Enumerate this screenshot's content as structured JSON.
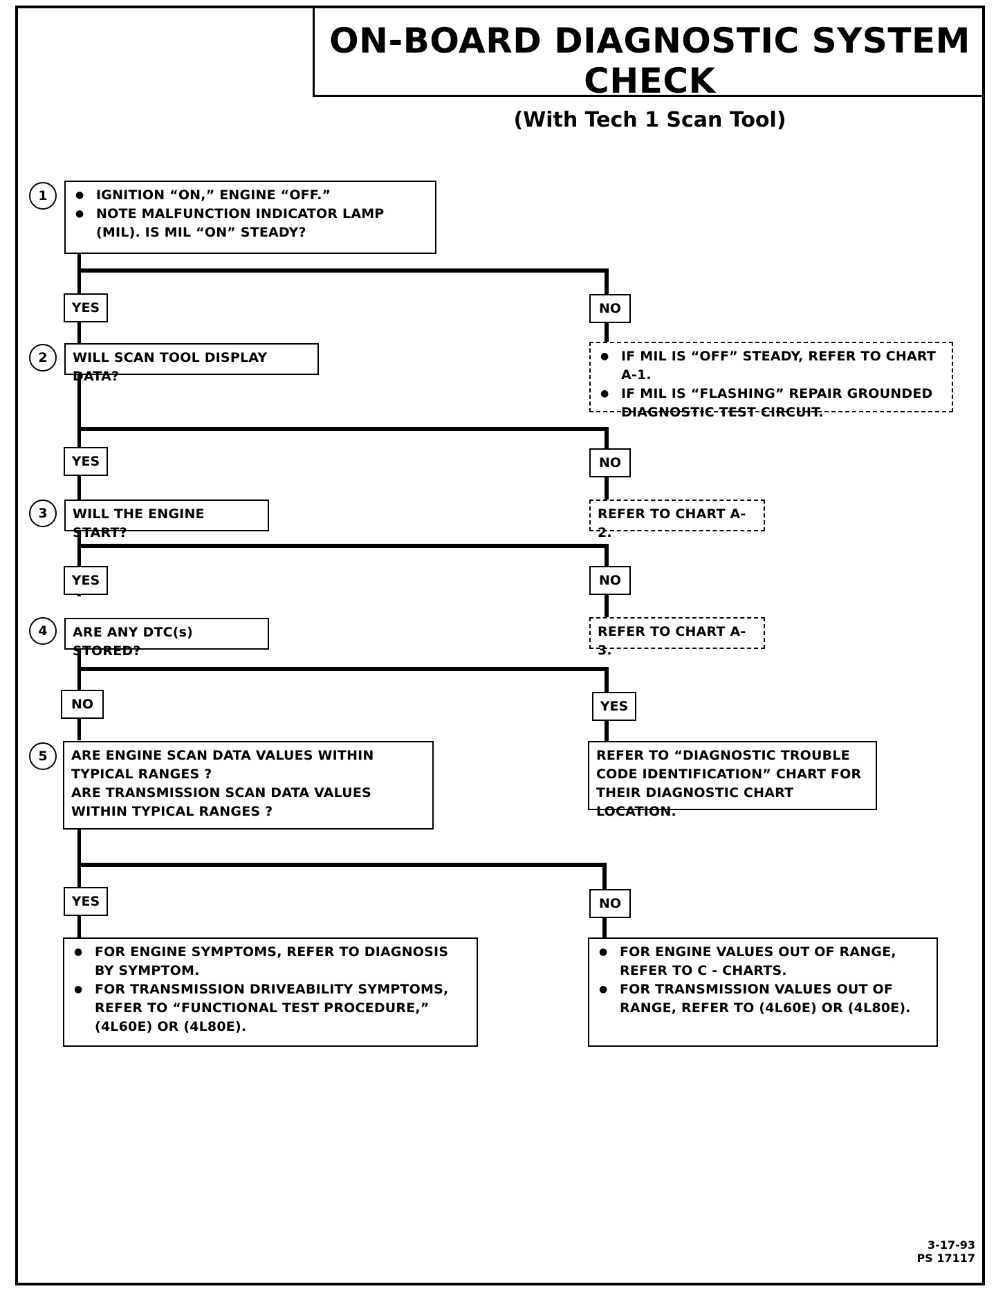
{
  "header": {
    "title": "ON-BOARD DIAGNOSTIC SYSTEM CHECK",
    "subtitle": "(With Tech 1 Scan Tool)"
  },
  "steps": [
    {
      "number": "1",
      "bullets": [
        "IGNITION “ON,” ENGINE “OFF.”",
        "NOTE MALFUNCTION INDICATOR LAMP (MIL). IS MIL “ON” STEADY?"
      ]
    },
    {
      "number": "2",
      "text": "WILL SCAN TOOL DISPLAY DATA?"
    },
    {
      "number": "3",
      "text": "WILL THE ENGINE START?"
    },
    {
      "number": "4",
      "text": "ARE ANY DTC(s) STORED?"
    },
    {
      "number": "5",
      "lines": [
        "ARE ENGINE SCAN DATA VALUES WITHIN TYPICAL RANGES ?",
        "ARE TRANSMISSION SCAN DATA VALUES WITHIN TYPICAL RANGES ?"
      ]
    }
  ],
  "branches": {
    "b1": {
      "left": "YES",
      "right": "NO"
    },
    "b2": {
      "left": "YES",
      "right": "NO"
    },
    "b3": {
      "left": "YES",
      "right": "NO"
    },
    "b4": {
      "left": "NO",
      "right": "YES"
    },
    "b5": {
      "left": "YES",
      "right": "NO"
    }
  },
  "outcomes": {
    "mil_off": [
      "IF MIL IS “OFF” STEADY, REFER TO CHART A-1.",
      "IF MIL IS “FLASHING” REPAIR GROUNDED DIAGNOSTIC TEST CIRCUIT."
    ],
    "chart_a2": "REFER TO CHART A-2.",
    "chart_a3": "REFER TO CHART A-3.",
    "dtc_ident": "REFER TO “DIAGNOSTIC TROUBLE CODE IDENTIFICATION” CHART FOR THEIR DIAGNOSTIC CHART LOCATION.",
    "symptoms": [
      "FOR ENGINE SYMPTOMS, REFER TO DIAGNOSIS BY SYMPTOM.",
      "FOR TRANSMISSION DRIVEABILITY SYMPTOMS, REFER TO “FUNCTIONAL TEST PROCEDURE,” (4L60E) OR (4L80E)."
    ],
    "out_of_range": [
      "FOR ENGINE VALUES OUT OF RANGE, REFER TO C - CHARTS.",
      "FOR TRANSMISSION VALUES OUT OF RANGE, REFER TO (4L60E) OR (4L80E)."
    ]
  },
  "footer": {
    "date": "3-17-93",
    "code": "PS 17117"
  }
}
